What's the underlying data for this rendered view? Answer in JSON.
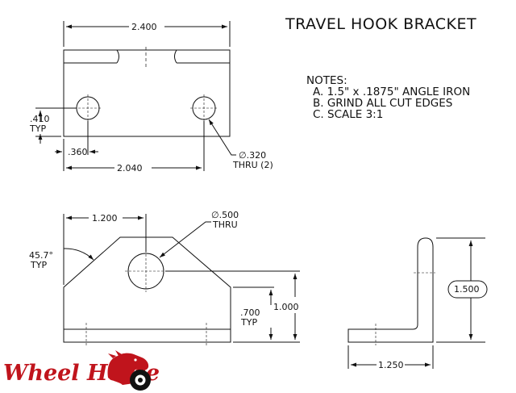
{
  "title": "TRAVEL HOOK BRACKET",
  "notes": {
    "heading": "NOTES:",
    "items": [
      "A. 1.5\" x .1875\" ANGLE IRON",
      "B. GRIND ALL CUT EDGES",
      "C. SCALE 3:1"
    ]
  },
  "top_view": {
    "overall_width": "2.400",
    "hole_spacing": "2.040",
    "hole_edge_offset": ".360",
    "hole_height": ".410",
    "hole_height_suffix": "TYP",
    "hole_callout_line1": "∅.320",
    "hole_callout_line2": "THRU (2)"
  },
  "front_view": {
    "hole_center_x": "1.200",
    "angle": "45.7°",
    "angle_suffix": "TYP",
    "hole_callout_line1": "∅.500",
    "hole_callout_line2": "THRU",
    "hole_height": "1.000",
    "edge_height": ".700",
    "edge_height_suffix": "TYP"
  },
  "side_view": {
    "leg_height": "1.500",
    "leg_width": "1.250"
  },
  "logo": {
    "text": "Wheel Horse",
    "brand_color": "#c0141c"
  }
}
